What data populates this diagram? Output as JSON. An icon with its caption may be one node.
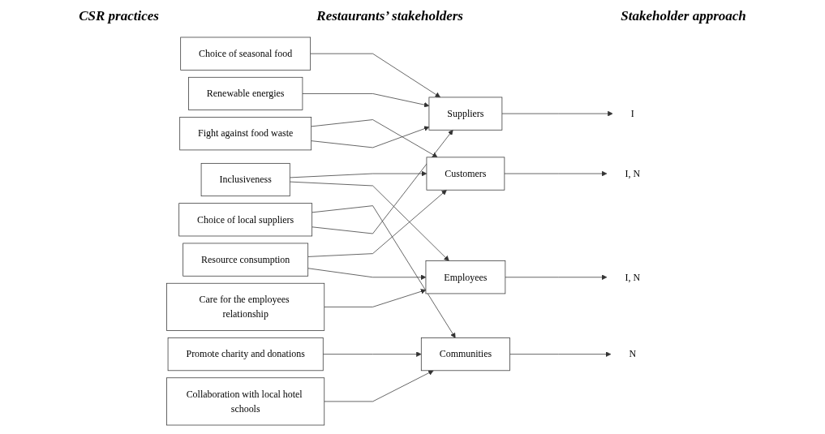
{
  "diagram": {
    "nodes": [
      {
        "text": [
          "Fight against food waste"
        ]
      },
      {
        "text": [
          "Renewable energies"
        ]
      },
      {
        "text": [
          "Resource consumption"
        ]
      },
      {
        "text": [
          "Choice of seasonal food"
        ]
      },
      {
        "text": [
          "Choice of local suppliers"
        ]
      },
      {
        "text": [
          "Care for the employees relationship"
        ]
      },
      {
        "text": [
          "Collaboration with local hotel schools"
        ]
      },
      {
        "text": [
          "Promote charity and donations"
        ]
      },
      {
        "text": [
          "Inclusiveness"
        ]
      },
      {
        "text": [
          "Suppliers"
        ]
      },
      {
        "text": [
          "Employees"
        ]
      },
      {
        "text": [
          "Customers"
        ]
      },
      {
        "text": [
          "Communities"
        ]
      },
      {
        "text": [
          "I"
        ]
      },
      {
        "text": [
          "I, N"
        ]
      },
      {
        "text": [
          "I, N"
        ]
      },
      {
        "text": [
          "N"
        ]
      }
    ],
    "edges": [
      {
        "from": 0,
        "to": 9,
        "arrow": "to"
      },
      {
        "from": 0,
        "to": 11,
        "arrow": "to"
      },
      {
        "from": 1,
        "to": 9,
        "arrow": "to"
      },
      {
        "from": 2,
        "to": 10,
        "arrow": "to"
      },
      {
        "from": 2,
        "to": 11,
        "arrow": "to"
      },
      {
        "from": 3,
        "to": 9,
        "arrow": "to"
      },
      {
        "from": 4,
        "to": 9,
        "arrow": "to"
      },
      {
        "from": 4,
        "to": 12,
        "arrow": "to"
      },
      {
        "from": 5,
        "to": 10,
        "arrow": "to"
      },
      {
        "from": 6,
        "to": 12,
        "arrow": "to"
      },
      {
        "from": 7,
        "to": 12,
        "arrow": "to"
      },
      {
        "from": 8,
        "to": 10,
        "arrow": "to"
      },
      {
        "from": 8,
        "to": 11,
        "arrow": "to"
      },
      {
        "from": 9,
        "to": 13,
        "arrow": "to"
      },
      {
        "from": 10,
        "to": 14,
        "arrow": "to"
      },
      {
        "from": 11,
        "to": 15,
        "arrow": "to"
      },
      {
        "from": 12,
        "to": 16,
        "arrow": "to"
      }
    ],
    "labels": [
      "CSR practices",
      "Restaurants’ stakeholders",
      "Stakeholder approach"
    ]
  }
}
